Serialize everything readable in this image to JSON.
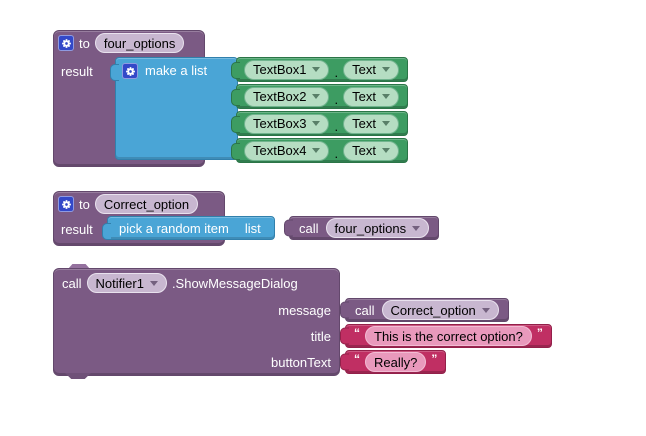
{
  "colors": {
    "procedure_purple": "#7B5A84",
    "list_blue": "#4AA5D6",
    "component_green": "#3D9C62",
    "text_crimson": "#C02F63",
    "lavender_field": "#C8B7D0",
    "green_field": "#B5DDC2",
    "pink_field": "#E999BC",
    "gear_badge_blue": "#3348C8",
    "canvas_background": "#FFFFFF"
  },
  "proc_four_options": {
    "to": "to",
    "name": "four_options",
    "result": "result",
    "list": {
      "label": "make a list"
    },
    "items": [
      {
        "component": "TextBox1",
        "dot": ".",
        "property": "Text"
      },
      {
        "component": "TextBox2",
        "dot": ".",
        "property": "Text"
      },
      {
        "component": "TextBox3",
        "dot": ".",
        "property": "Text"
      },
      {
        "component": "TextBox4",
        "dot": ".",
        "property": "Text"
      }
    ]
  },
  "proc_correct_option": {
    "to": "to",
    "name": "Correct_option",
    "result": "result",
    "pick_label": "pick a random item",
    "list_label": "list",
    "call": {
      "keyword": "call",
      "target": "four_options"
    }
  },
  "notifier_dialog": {
    "call_keyword": "call",
    "component": "Notifier1",
    "method": ".ShowMessageDialog",
    "quote_open": "“",
    "quote_close": "”",
    "message_label": "message",
    "message_value": {
      "keyword": "call",
      "target": "Correct_option"
    },
    "title_label": "title",
    "title_value": "This is the correct option?",
    "buttontext_label": "buttonText",
    "buttontext_value": "Really?"
  }
}
